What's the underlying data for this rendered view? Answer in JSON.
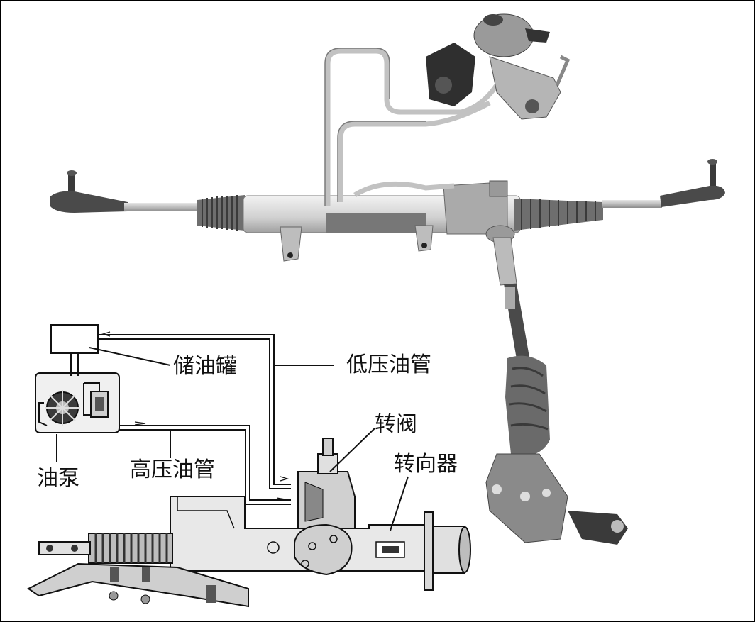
{
  "labels": {
    "reservoir": "储油罐",
    "low_pressure_pipe": "低压油管",
    "valve": "转阀",
    "steering_gear": "转向器",
    "pump": "油泵",
    "high_pressure_pipe": "高压油管"
  },
  "colors": {
    "line": "#111111",
    "photo_dark": "#2a2a2a",
    "photo_mid": "#8a8a8a",
    "photo_light": "#c8c8c8",
    "drawing_fill": "#dcdcdc"
  }
}
